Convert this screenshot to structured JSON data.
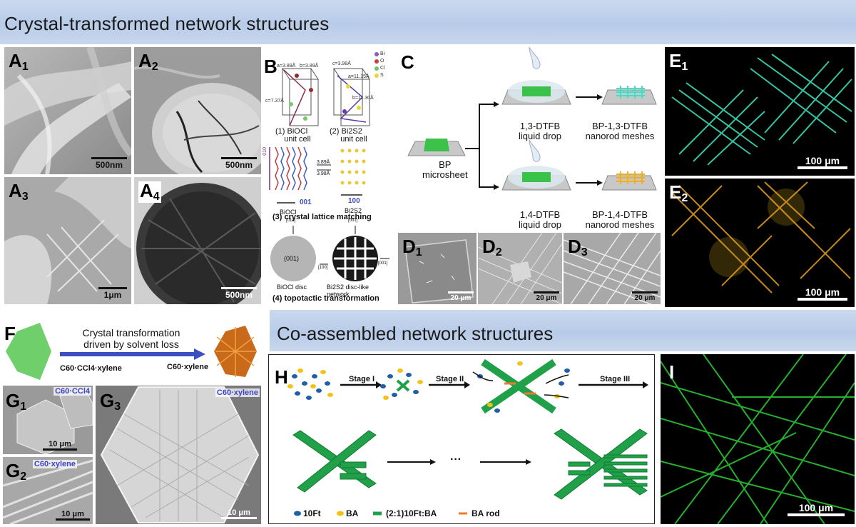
{
  "banners": {
    "top": "Crystal-transformed network structures",
    "middle": "Co-assembled network structures"
  },
  "panels": {
    "A1": {
      "letter": "A",
      "sub": "1",
      "scale": "500nm"
    },
    "A2": {
      "letter": "A",
      "sub": "2",
      "scale": "500nm"
    },
    "A3": {
      "letter": "A",
      "sub": "3",
      "scale": "1μm"
    },
    "A4": {
      "letter": "A",
      "sub": "4",
      "scale": "500nm"
    },
    "B": {
      "letter": "B",
      "cell1_params": [
        "a=3.89Å",
        "b=3.89Å",
        "c=7.37Å"
      ],
      "cell2_params": [
        "c=3.98Å",
        "a=11.15Å",
        "b=11.30Å"
      ],
      "legend": [
        "Bi",
        "O",
        "Cl",
        "S"
      ],
      "caption1_num": "(1)",
      "caption1_a": "BiOCl",
      "caption1_b": "unit cell",
      "caption2_num": "(2)",
      "caption2_a": "Bi2S2",
      "caption2_b": "unit cell",
      "lattice_left_axis": "010",
      "lattice_left_dir": "001",
      "lattice_left_name": "BiOCl",
      "lattice_right_dir": "100",
      "lattice_right_name": "Bi2S2",
      "match1": "3.89Å",
      "match2": "3.98Å",
      "caption3": "(3) crystal lattice matching",
      "disc_label": "(001)",
      "axis_010": "[010]",
      "axis_100": "[100]",
      "axis_001_top": "[001]",
      "axis_001_right": "[001]",
      "disc_caption_left": "BiOCl disc",
      "disc_caption_right": "Bi2S2 disc-like network",
      "caption4": "(4) topotactic transformation"
    },
    "C": {
      "letter": "C",
      "sheet_label_a": "BP",
      "sheet_label_b": "microsheet",
      "drop1_a": "1,3-DTFB",
      "drop1_b": "liquid drop",
      "drop2_a": "1,4-DTFB",
      "drop2_b": "liquid drop",
      "mesh1_a": "BP-1,3-DTFB",
      "mesh1_b": "nanorod meshes",
      "mesh2_a": "BP-1,4-DTFB",
      "mesh2_b": "nanorod meshes"
    },
    "D1": {
      "letter": "D",
      "sub": "1",
      "scale": "20 μm"
    },
    "D2": {
      "letter": "D",
      "sub": "2",
      "scale": "20 μm"
    },
    "D3": {
      "letter": "D",
      "sub": "3",
      "scale": "20 μm"
    },
    "E1": {
      "letter": "E",
      "sub": "1",
      "scale": "100 μm"
    },
    "E2": {
      "letter": "E",
      "sub": "2",
      "scale": "100 μm"
    },
    "F": {
      "letter": "F",
      "arrow_line1": "Crystal transformation",
      "arrow_line2": "driven by solvent loss",
      "left_label": "C60·CCl4·xylene",
      "right_label": "C60·xylene"
    },
    "G1": {
      "letter": "G",
      "sub": "1",
      "scale": "10 μm",
      "tag": "C60·CCl4"
    },
    "G2": {
      "letter": "G",
      "sub": "2",
      "scale": "10 μm",
      "tag": "C60·xylene"
    },
    "G3": {
      "letter": "G",
      "sub": "3",
      "scale": "10 μm",
      "tag": "C60·xylene"
    },
    "H": {
      "letter": "H",
      "stage1": "Stage I",
      "stage2": "Stage II",
      "stage3": "Stage III",
      "ellipsis": "···",
      "legend": [
        "10Ft",
        "BA",
        "(2:1)10Ft:BA",
        "BA rod"
      ]
    },
    "I": {
      "letter": "I",
      "scale": "100 μm"
    }
  },
  "colors": {
    "banner": "#bccde8",
    "green_sheet": "#3cc24a",
    "cyan_glow": "#3fe8c0",
    "orange_glow": "#e8a020",
    "arrow_blue": "#3a4fc0",
    "ft_blue": "#1f5fa8",
    "ba_yellow": "#f2c21a",
    "rod_green": "#21a04a",
    "rod_orange": "#ee7a2a"
  }
}
